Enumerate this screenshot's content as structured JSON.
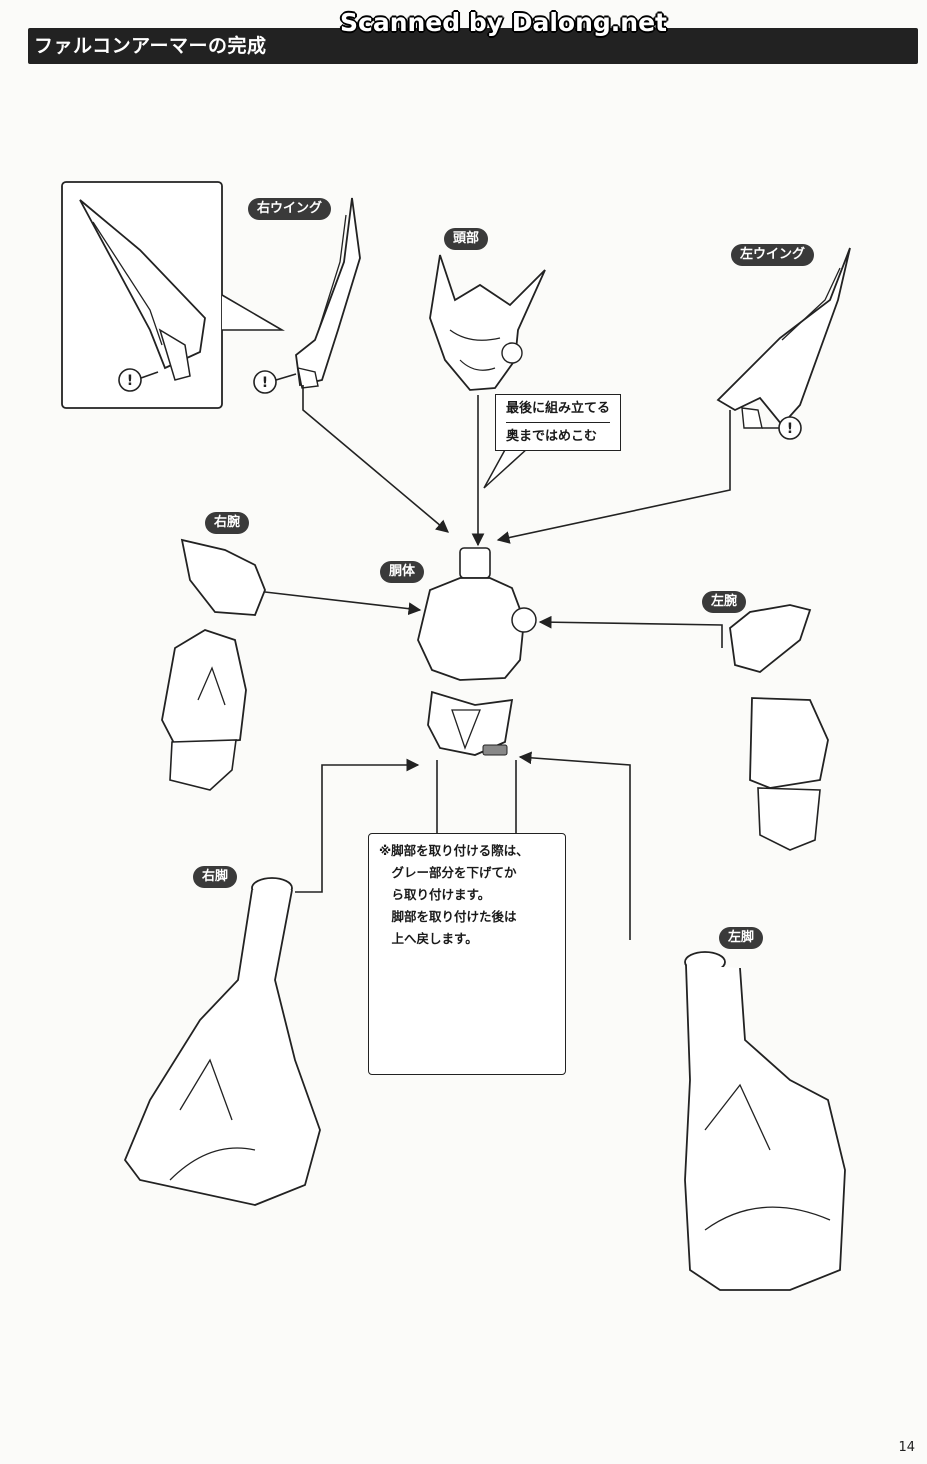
{
  "watermark": "Scanned by Dalong.net",
  "header": {
    "title": "ファルコンアーマーの完成"
  },
  "labels": {
    "right_wing": "右ウイング",
    "head": "頭部",
    "left_wing": "左ウイング",
    "right_arm": "右腕",
    "torso": "胴体",
    "left_arm": "左腕",
    "right_leg": "右脚",
    "left_leg": "左脚"
  },
  "callout": {
    "line1": "最後に組み立てる",
    "line2": "奥まではめこむ"
  },
  "note": {
    "text": "※脚部を取り付ける際は、\n　グレー部分を下げてか\n　ら取り付けます。\n　脚部を取り付けた後は\n　上へ戻します。"
  },
  "caution_mark": "!",
  "page_number": "14"
}
